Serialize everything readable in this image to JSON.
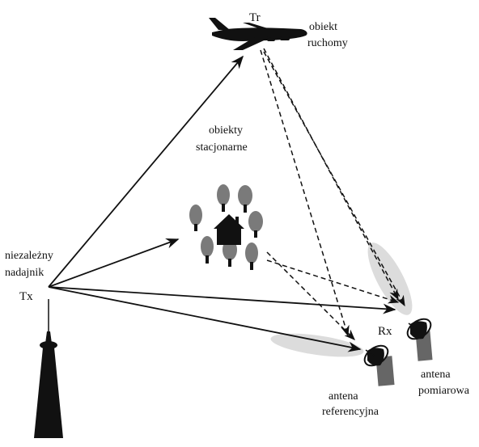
{
  "labels": {
    "tr": "Tr",
    "moving_object": [
      "obiekt",
      "ruchomy"
    ],
    "stationary_objects": [
      "obiekty",
      "stacjonarne"
    ],
    "transmitter": [
      "niezależny",
      "nadajnik"
    ],
    "tx": "Tx",
    "rx": "Rx",
    "reference_antenna": [
      "antena",
      "referencyjna"
    ],
    "measurement_antenna": [
      "antena",
      "pomiarowa"
    ]
  },
  "colors": {
    "ink": "#111111",
    "tree": "#7a7a7a",
    "shadow": "#dcdcdc",
    "antenna_mount": "#666666"
  }
}
